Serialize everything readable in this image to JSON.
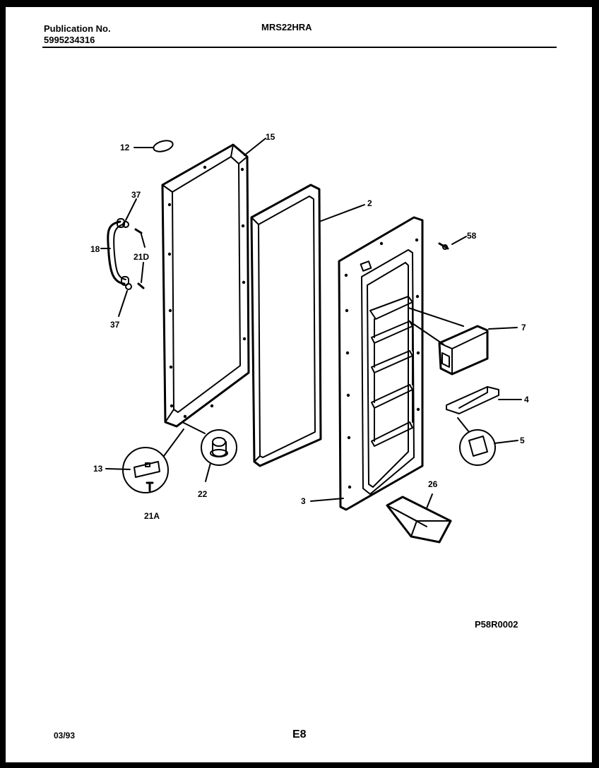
{
  "header": {
    "publication_label": "Publication No.",
    "publication_number": "5995234316",
    "model": "MRS22HRA"
  },
  "footer": {
    "diagram_code": "P58R0002",
    "date": "03/93",
    "page": "E8"
  },
  "callouts": {
    "c12": "12",
    "c15": "15",
    "c37a": "37",
    "c18": "18",
    "c21d": "21D",
    "c37b": "37",
    "c2": "2",
    "c58": "58",
    "c7": "7",
    "c4": "4",
    "c5": "5",
    "c13": "13",
    "c22": "22",
    "c21a": "21A",
    "c3": "3",
    "c26": "26"
  }
}
